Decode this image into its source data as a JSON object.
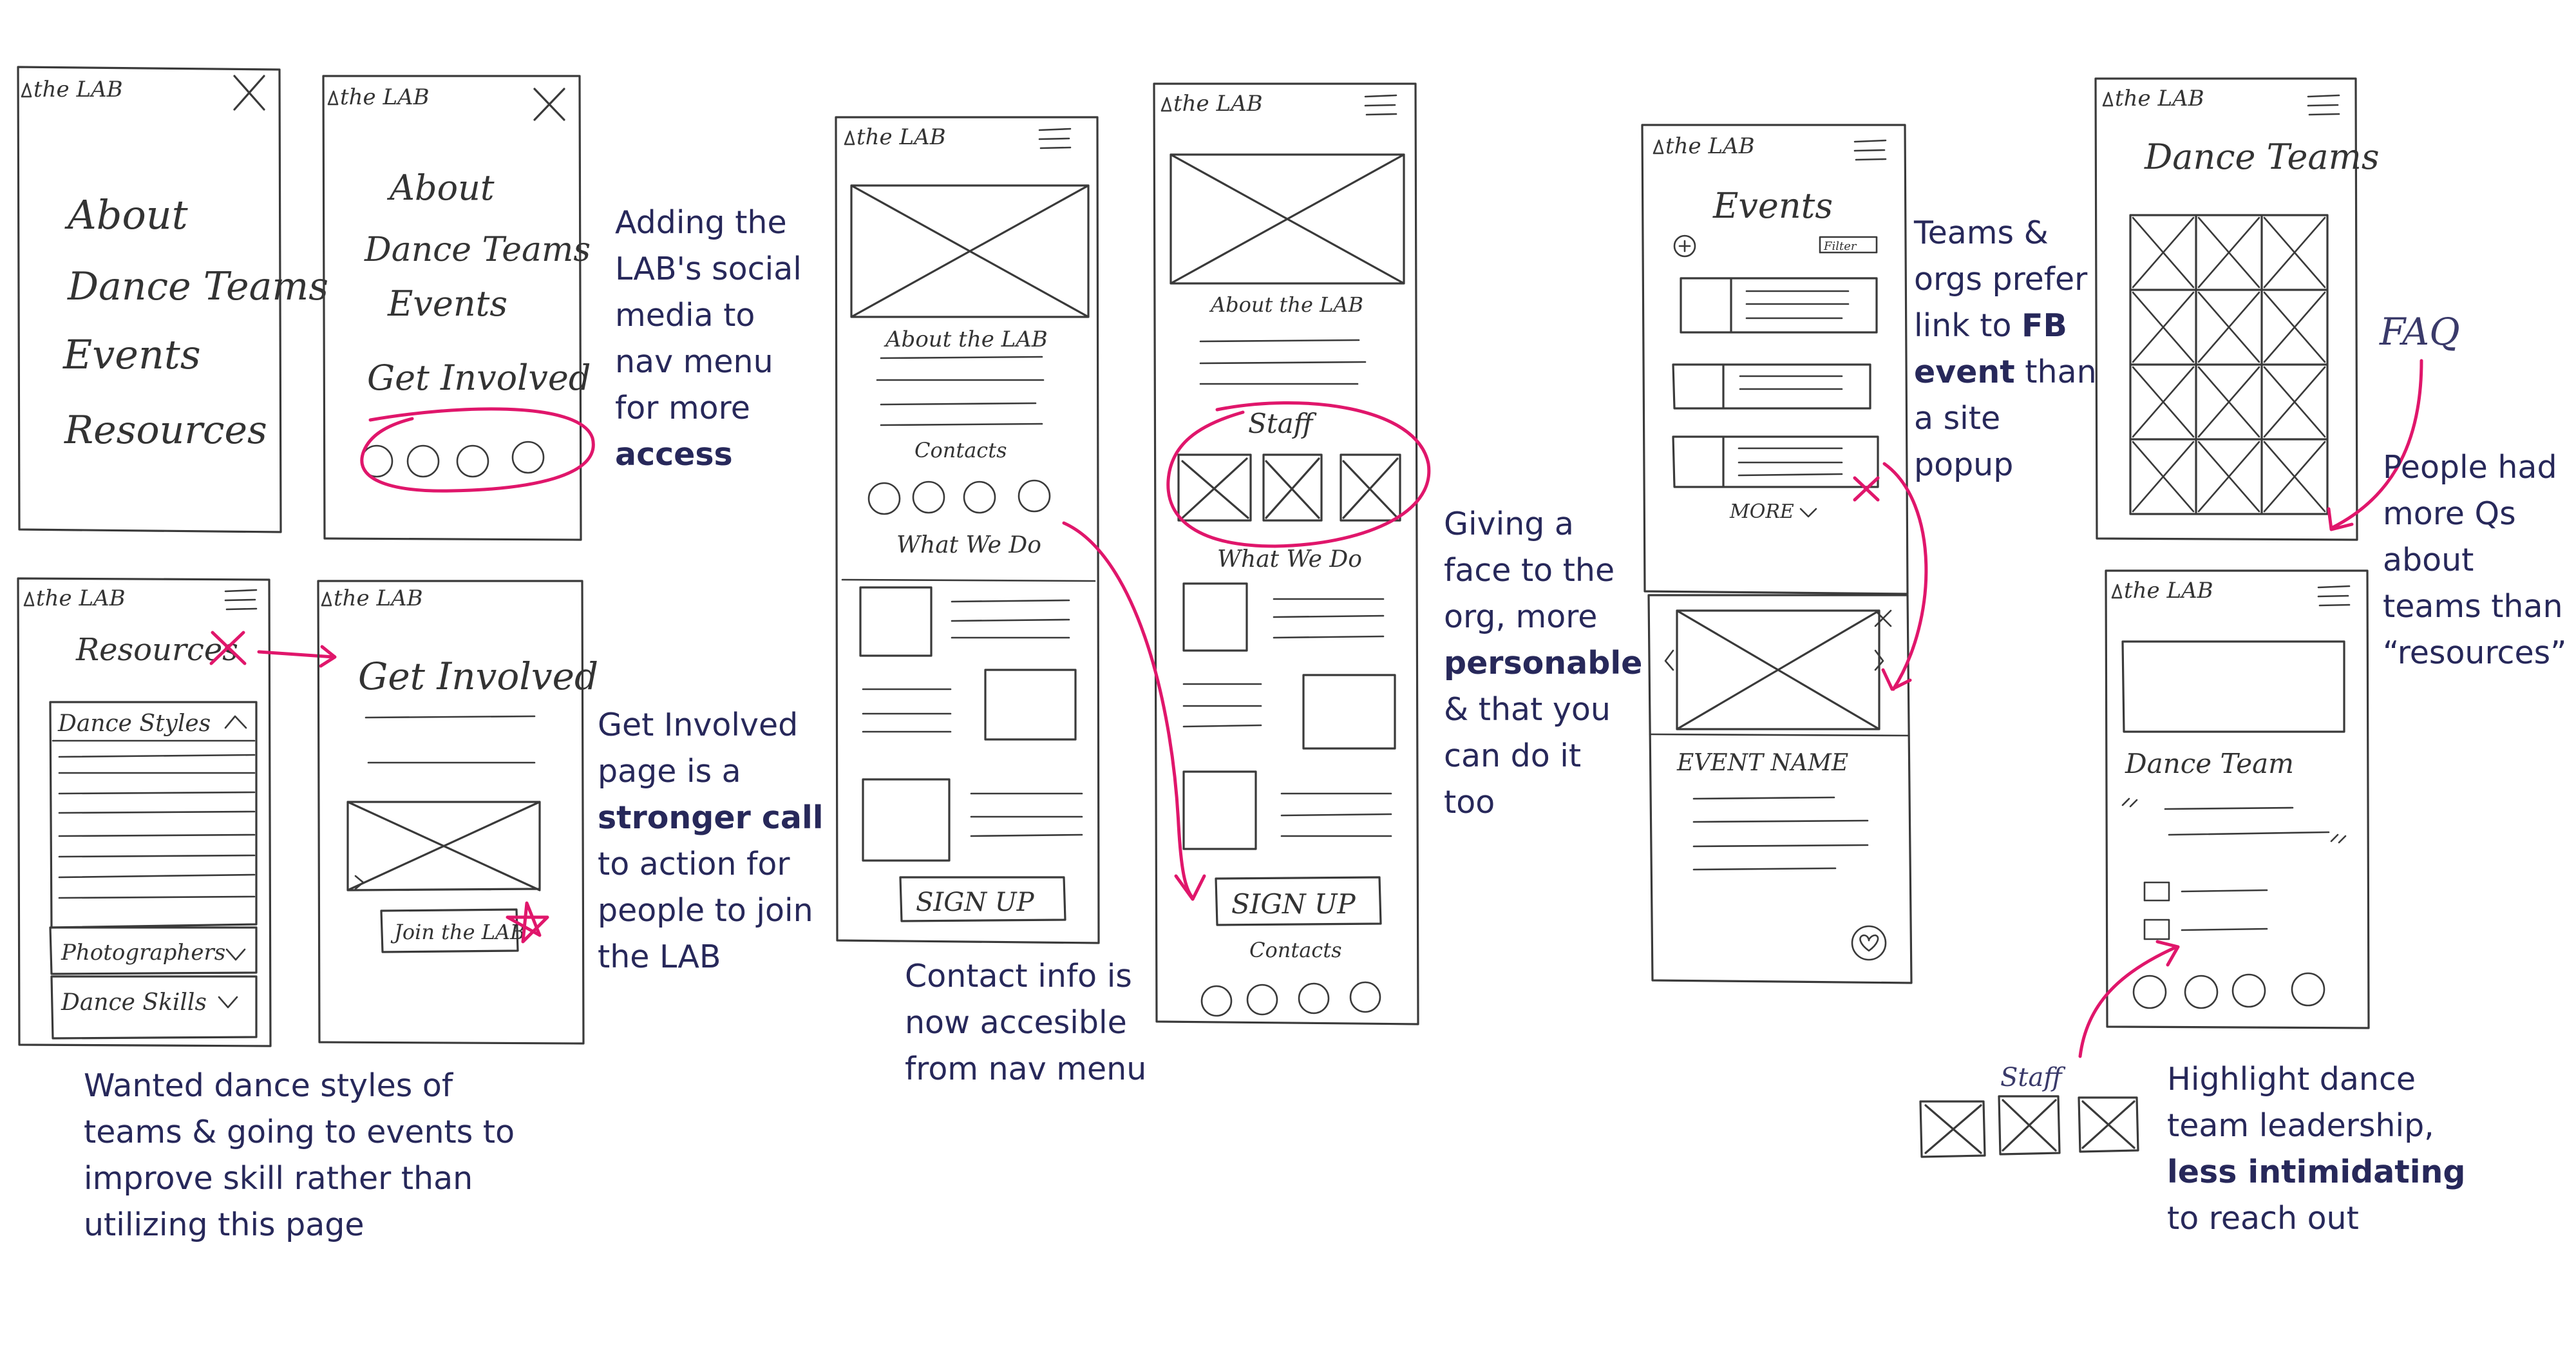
{
  "sketches": {
    "logo": "the LAB",
    "nav_menu_items": [
      "About",
      "Dance Teams",
      "Events",
      "Resources"
    ],
    "nav_menu_2_items": [
      "About",
      "Dance Teams",
      "Events",
      "Get Involved"
    ],
    "resources_title": "Resources",
    "resources_sections": [
      "Dance Styles",
      "Photographers",
      "Dance Skills"
    ],
    "get_involved_title": "Get Involved",
    "join_button": "Join the LAB",
    "about_label": "About the LAB",
    "contacts_label": "Contacts",
    "what_we_do_label": "What We Do",
    "sign_up_button": "SIGN UP",
    "staff_label": "Staff",
    "events_title": "Events",
    "filter_label": "Filter",
    "more_label": "MORE",
    "event_name_label": "EVENT NAME",
    "dance_teams_title": "Dance Teams",
    "faq_label": "FAQ",
    "dance_team_label": "Dance Team"
  },
  "annotations": {
    "social_nav": [
      "Adding the",
      "LAB's social",
      "media to",
      "nav menu",
      "for more",
      "access"
    ],
    "get_involved": [
      "Get Involved",
      "page is a",
      "stronger call",
      "to action for",
      "people to join",
      "the LAB"
    ],
    "dance_styles": [
      "Wanted dance styles of",
      "teams & going to events to",
      "improve skill rather than",
      "utilizing this page"
    ],
    "contact_info": [
      "Contact info is",
      "now accesible",
      "from nav menu"
    ],
    "staff_face": [
      "Giving a",
      "face to the",
      "org, more",
      "personable",
      "& that you",
      "can do it",
      "too"
    ],
    "fb_event": [
      "Teams &",
      "orgs prefer",
      "link to FB",
      "event than",
      "a site",
      "popup"
    ],
    "faq_qs": [
      "People had",
      "more Qs",
      "about",
      "teams than",
      "“resources”"
    ],
    "leadership": [
      "Highlight dance",
      "team leadership,",
      "less intimidating",
      "to reach out"
    ]
  },
  "colors": {
    "sketch_ink": "#3a3a3a",
    "highlight": "#e0166b",
    "note_text": "#27285a"
  }
}
